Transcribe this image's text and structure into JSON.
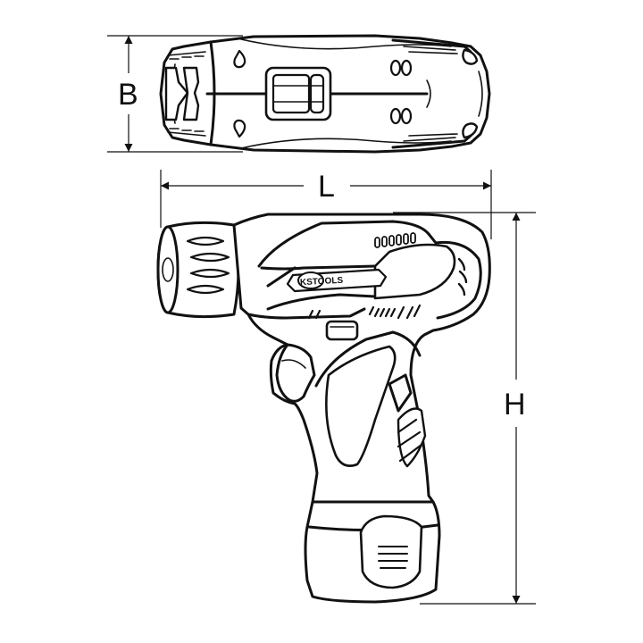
{
  "dimensions": {
    "width_label": "B",
    "length_label": "L",
    "height_label": "H"
  },
  "logo": {
    "text": "KSTOOLS"
  },
  "colors": {
    "line": "#111111",
    "background": "#ffffff"
  }
}
